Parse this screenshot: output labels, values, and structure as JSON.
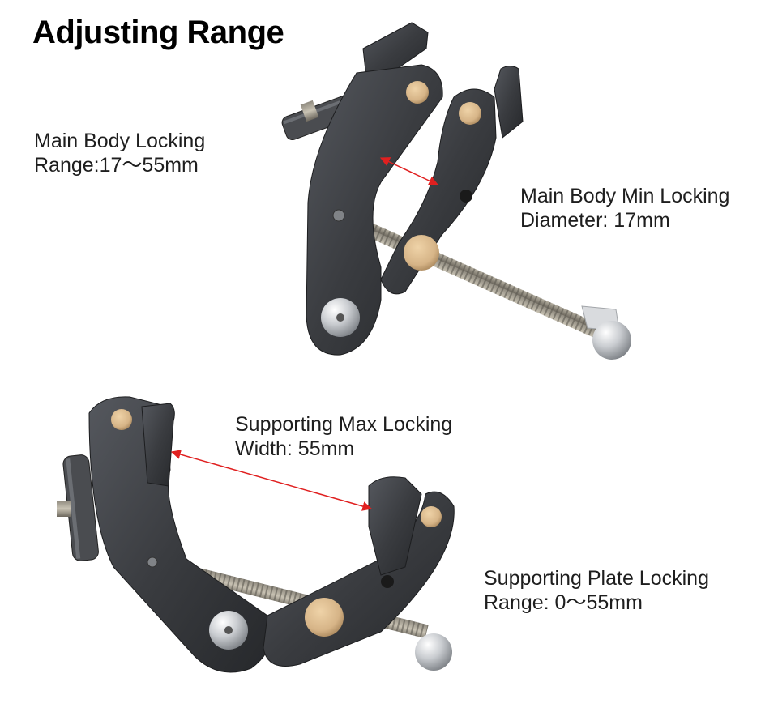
{
  "title": "Adjusting Range",
  "labels": {
    "main_body_range": {
      "line1": "Main Body Locking",
      "line2": "Range:17～55mm"
    },
    "main_body_min": {
      "line1": "Main Body Min Locking",
      "line2": "Diameter: 17mm"
    },
    "supporting_max": {
      "line1": "Supporting Max Locking",
      "line2": "Width: 55mm"
    },
    "supporting_plate": {
      "line1": "Supporting Plate Locking",
      "line2": "Range: 0～55mm"
    }
  },
  "colors": {
    "arrow": "#e02020",
    "metal_dark": "#3a3c40",
    "brass": "#d6b487",
    "chrome": "#c9ccd0"
  },
  "products": [
    {
      "name": "clamp-closed",
      "state": "closed"
    },
    {
      "name": "clamp-open",
      "state": "open"
    }
  ]
}
